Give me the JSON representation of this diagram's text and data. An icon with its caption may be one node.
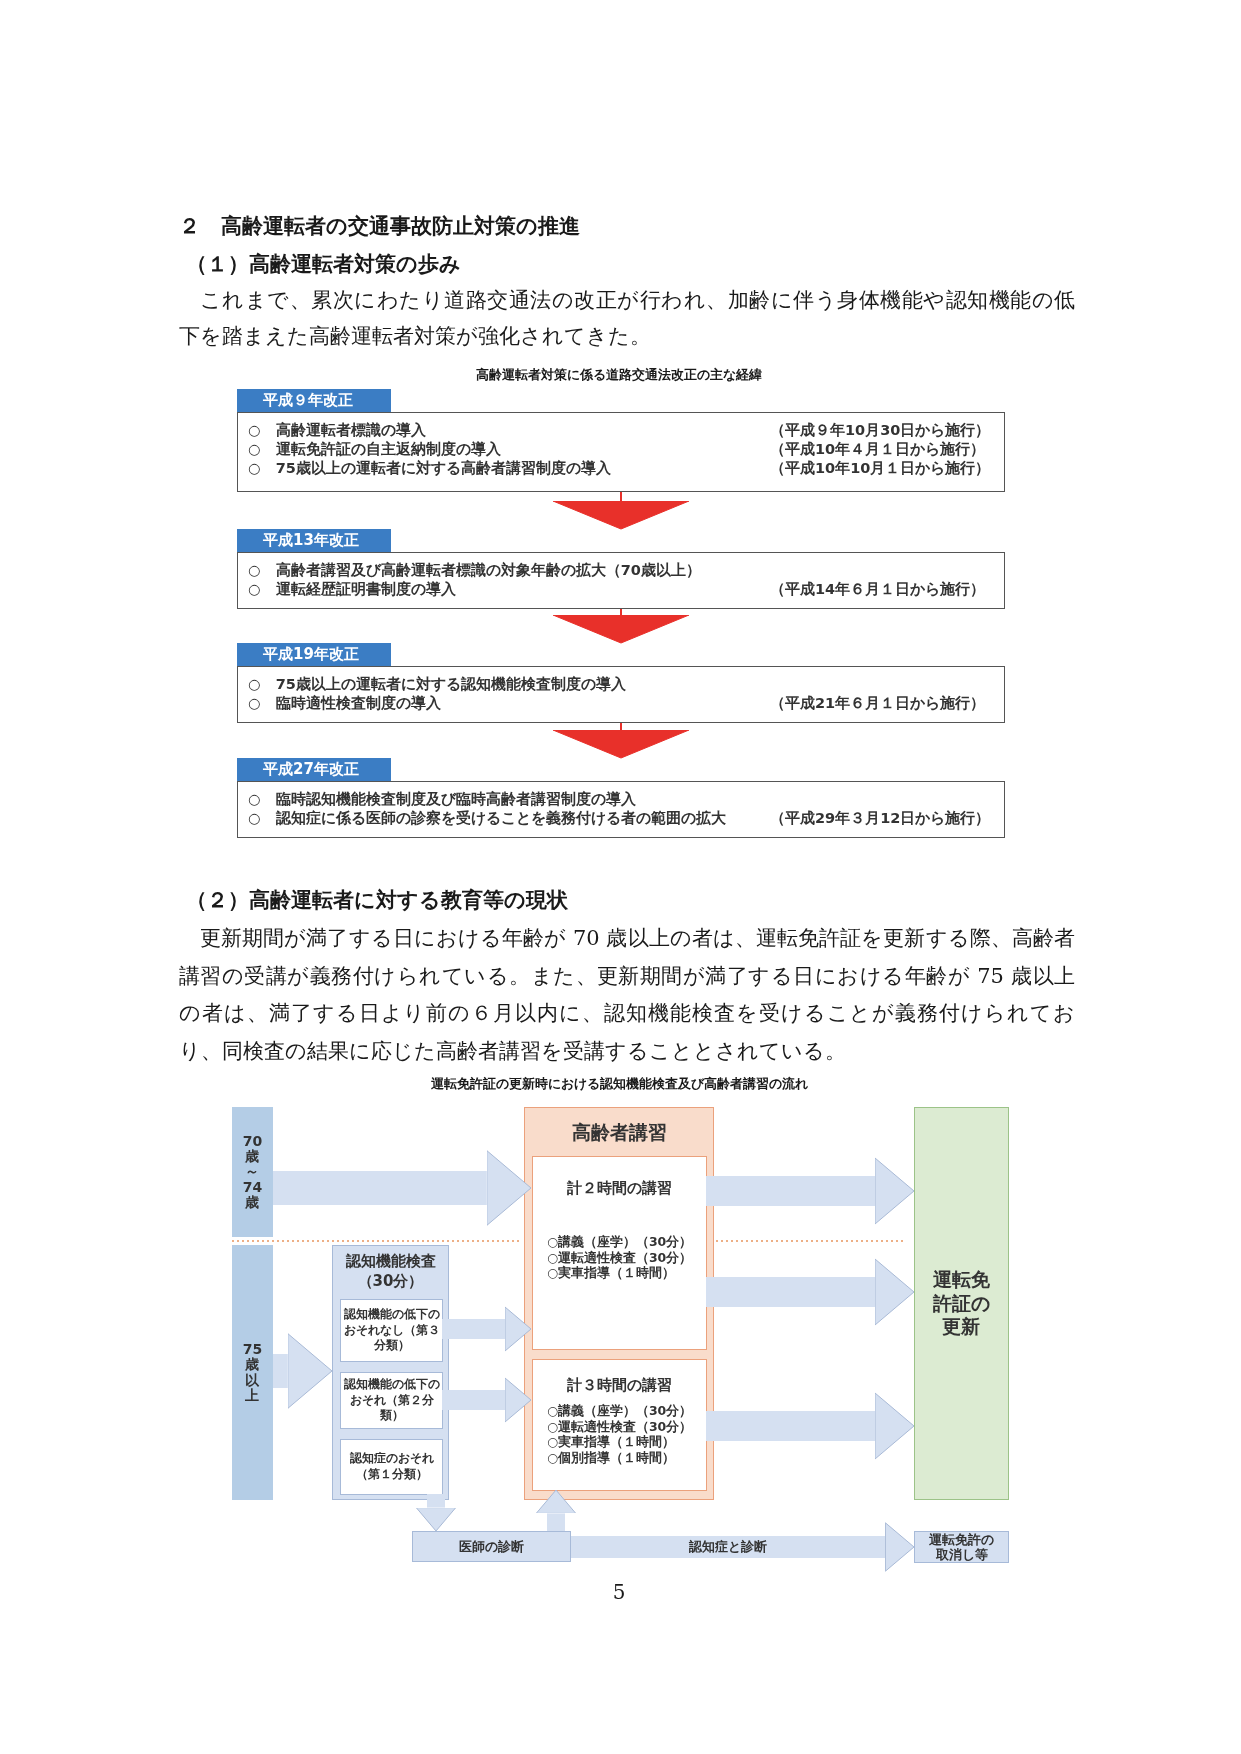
{
  "diagram": {
    "title": "２　高齢運転者の交通事故防止対策の推進",
    "nodes": [
      {
        "text": [
          "平成９年改正",
          "○　高齢運転者標識の導入",
          "（平成９年10月30日から施行）",
          "○　運転免許証の自主返納制度の導入",
          "（平成10年４月１日から施行）",
          "○　75歳以上の運転者に対する高齢者講習制度の導入",
          "（平成10年10月１日から施行）"
        ]
      },
      {
        "text": [
          "平成13年改正",
          "○　高齢者講習及び高齢運転者標識の対象年齢の拡大（70歳以上）",
          "○　運転経歴証明書制度の導入",
          "（平成14年６月１日から施行）"
        ]
      },
      {
        "text": [
          "平成19年改正",
          "○　75歳以上の運転者に対する認知機能検査制度の導入",
          "○　臨時適性検査制度の導入",
          "（平成21年６月１日から施行）"
        ]
      },
      {
        "text": [
          "平成27年改正",
          "○　臨時認知機能検査制度及び臨時高齢者講習制度の導入",
          "○　認知症に係る医師の診察を受けることを義務付ける者の範囲の拡大",
          "（平成29年３月12日から施行）"
        ]
      },
      {
        "text": [
          "70歳～74歳"
        ]
      },
      {
        "text": [
          "75歳以上"
        ]
      },
      {
        "text": [
          "認知機能検査（30分）"
        ]
      },
      {
        "text": [
          "認知機能の低下のおそれなし（第３分類）"
        ],
        "in": 6
      },
      {
        "text": [
          "認知機能の低下のおそれ（第２分類）"
        ],
        "in": 6
      },
      {
        "text": [
          "認知症のおそれ（第１分類）"
        ],
        "in": 6
      },
      {
        "text": [
          "高齢者講習"
        ]
      },
      {
        "text": [
          "計２時間の講習",
          "○講義（座学）（30分）",
          "○運転適性検査（30分）",
          "○実車指導（１時間）"
        ],
        "in": 10
      },
      {
        "text": [
          "計３時間の講習",
          "○講義（座学）（30分）",
          "○運転適性検査（30分）",
          "○実車指導（１時間）",
          "○個別指導（１時間）"
        ],
        "in": 10
      },
      {
        "text": [
          "運転免許証の更新"
        ]
      },
      {
        "text": [
          "医師の診断"
        ]
      },
      {
        "text": [
          "運転免許の取消し等"
        ]
      }
    ],
    "edges": [
      {
        "from": 0,
        "to": 1,
        "arrow": "to",
        "color": "#e8302a"
      },
      {
        "from": 1,
        "to": 2,
        "arrow": "to",
        "color": "#e8302a"
      },
      {
        "from": 2,
        "to": 3,
        "arrow": "to",
        "color": "#e8302a"
      },
      {
        "from": 4,
        "to": 11,
        "arrow": "to"
      },
      {
        "from": 5,
        "to": 6,
        "arrow": "to"
      },
      {
        "from": 7,
        "to": 11,
        "arrow": "to"
      },
      {
        "from": 8,
        "to": 12,
        "arrow": "to"
      },
      {
        "from": 9,
        "to": 14,
        "arrow": "to"
      },
      {
        "from": 14,
        "to": 12,
        "arrow": "to"
      },
      {
        "from": 11,
        "to": 13,
        "arrow": "to"
      },
      {
        "from": 11,
        "to": 13,
        "arrow": "to"
      },
      {
        "from": 12,
        "to": 13,
        "arrow": "to"
      },
      {
        "from": 14,
        "to": 15,
        "arrow": "to",
        "label": "認知症と診断"
      }
    ],
    "labels": [
      "（１）高齢運転者対策の歩み",
      "これまで、累次にわたり道路交通法の改正が行われ、加齢に伴う身体機能や認知機能の低下を踏まえた高齢運転者対策が強化されてきた。",
      "高齢運転者対策に係る道路交通法改正の主な経緯",
      "（２）高齢運転者に対する教育等の現状",
      "更新期間が満了する日における年齢が 70 歳以上の者は、運転免許証を更新する際、高齢者講習の受講が義務付けられている。また、更新期間が満了する日における年齢が 75 歳以上の者は、満了する日より前の６月以内に、認知機能検査を受けることが義務付けられており、同検査の結果に応じた高齢者講習を受講することとされている。",
      "運転免許証の更新時における認知機能検査及び高齢者講習の流れ",
      "5"
    ]
  }
}
